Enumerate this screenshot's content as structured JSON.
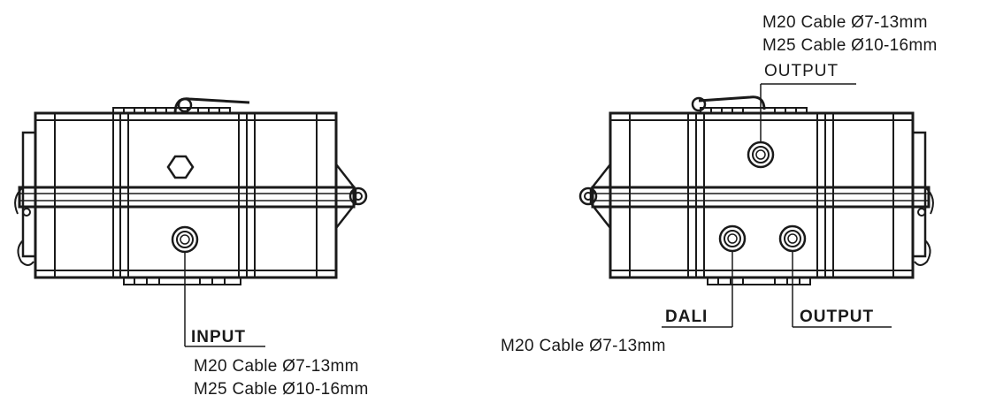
{
  "left_view": {
    "input": {
      "header": "INPUT",
      "cables": [
        "M20 Cable  Ø7-13mm",
        "M25 Cable  Ø10-16mm"
      ]
    }
  },
  "right_view": {
    "top_output": {
      "cables": [
        "M20 Cable  Ø7-13mm",
        "M25 Cable  Ø10-16mm"
      ],
      "header": "OUTPUT"
    },
    "dali": {
      "header": "DALI",
      "cables": [
        "M20 Cable  Ø7-13mm"
      ]
    },
    "bottom_output": {
      "header": "OUTPUT"
    }
  },
  "colors": {
    "line": "#1a1a1a",
    "background": "#ffffff"
  }
}
